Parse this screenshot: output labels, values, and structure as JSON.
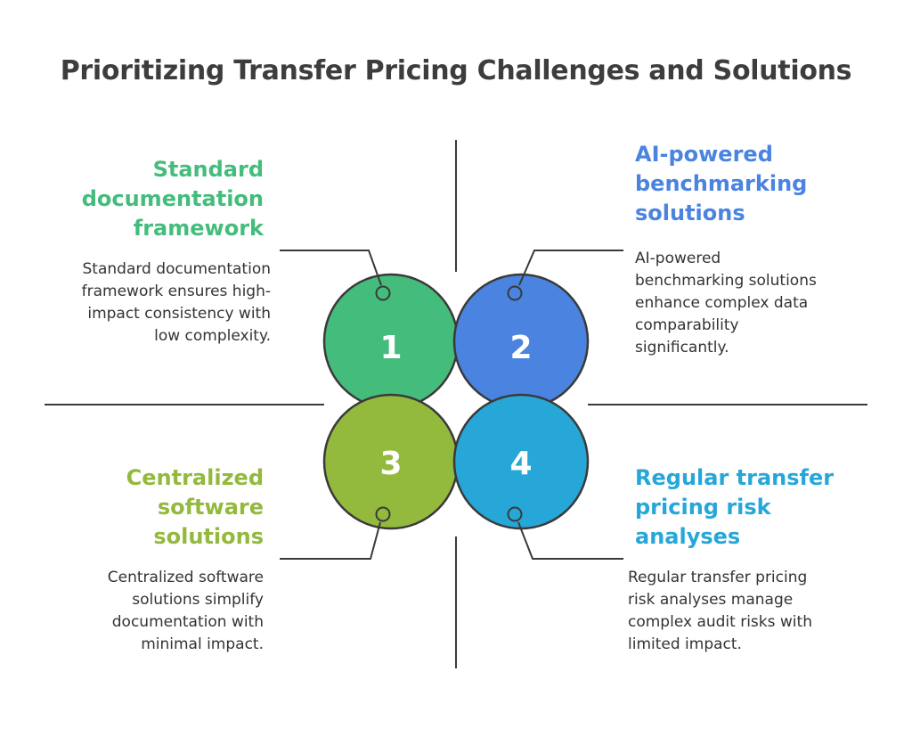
{
  "title": "Prioritizing Transfer Pricing Challenges and Solutions",
  "colors": {
    "green": "#44bd7c",
    "blue": "#4a84e0",
    "olive": "#93b93d",
    "cyan": "#26a7d8",
    "stroke": "#3a3a3a",
    "text": "#333333"
  },
  "items": [
    {
      "number": "1",
      "heading": "Standard\ndocumentation\nframework",
      "description": "Standard documentation\nframework ensures high-\nimpact consistency with\nlow complexity."
    },
    {
      "number": "2",
      "heading": "AI-powered\nbenchmarking\nsolutions",
      "description": "AI-powered\nbenchmarking solutions\nenhance complex data\ncomparability\nsignificantly."
    },
    {
      "number": "3",
      "heading": "Centralized\nsoftware\nsolutions",
      "description": "Centralized software\nsolutions simplify\ndocumentation with\nminimal impact."
    },
    {
      "number": "4",
      "heading": "Regular transfer\npricing risk\nanalyses",
      "description": "Regular transfer pricing\nrisk analyses manage\ncomplex audit risks with\nlimited impact."
    }
  ]
}
